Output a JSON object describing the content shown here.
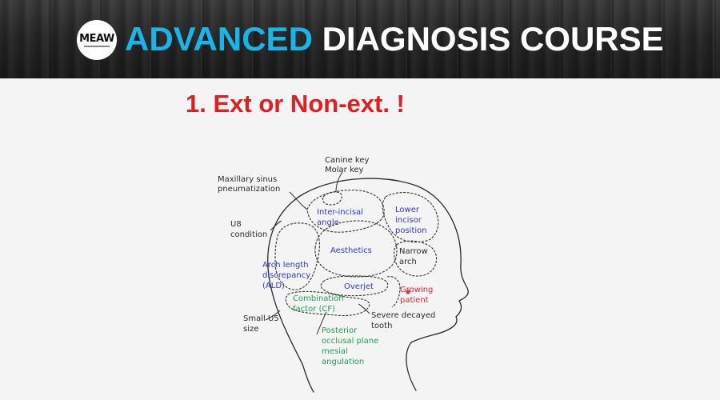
{
  "banner": {
    "logo_text": "MEAW",
    "title_accent": "ADVANCED",
    "title_main": "DIAGNOSIS COURSE"
  },
  "slide": {
    "heading": "1. Ext or Non-ext. !"
  },
  "labels": {
    "canine_key": "Canine key",
    "molar_key": "Molar key",
    "maxillary_1": "Maxillary sinus",
    "maxillary_2": "pneumatization",
    "u8_1": "U8",
    "u8_2": "condition",
    "interincisal_1": "Inter-incisal",
    "interincisal_2": "angle",
    "lower_incisor_1": "Lower",
    "lower_incisor_2": "incisor",
    "lower_incisor_3": "position",
    "aesthetics": "Aesthetics",
    "narrow_1": "Narrow",
    "narrow_2": "arch",
    "ald_1": "Arch length",
    "ald_2": "discrepancy",
    "ald_3": "(ALD)",
    "overjet": "Overjet",
    "growing_1": "Growing",
    "growing_2": "patient",
    "combination_1": "Combination",
    "combination_2": "factor (CF)",
    "small_u5_1": "Small U5",
    "small_u5_2": "size",
    "severe_1": "Severe decayed",
    "severe_2": "tooth",
    "posterior_1": "Posterior",
    "posterior_2": "occlusal plane",
    "posterior_3": "mesial",
    "posterior_4": "angulation"
  },
  "colors": {
    "accent": "#19b5e8",
    "heading_red": "#e02020",
    "label_blue": "#2d3ad0",
    "label_green": "#1fa050",
    "label_red": "#e02828"
  }
}
